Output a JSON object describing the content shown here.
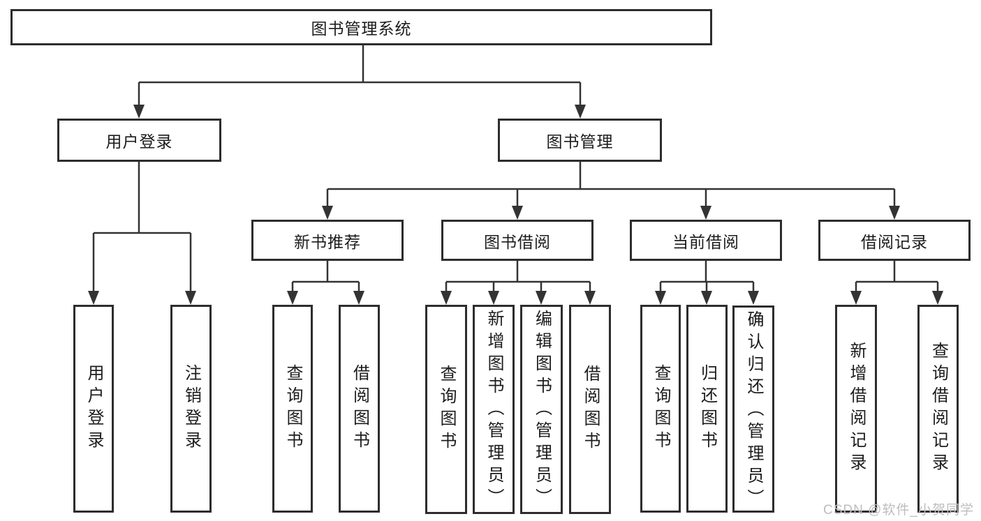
{
  "tree": {
    "root": {
      "label": "图书管理系统"
    },
    "level2": [
      {
        "label": "用户登录",
        "children": [
          {
            "label": "用户登录"
          },
          {
            "label": "注销登录"
          }
        ]
      },
      {
        "label": "图书管理",
        "children": [
          {
            "label": "新书推荐",
            "children": [
              {
                "label": "查询图书"
              },
              {
                "label": "借阅图书"
              }
            ]
          },
          {
            "label": "图书借阅",
            "children": [
              {
                "label": "查询图书"
              },
              {
                "label": "新增图书（管理员）"
              },
              {
                "label": "编辑图书（管理员）"
              },
              {
                "label": "借阅图书"
              }
            ]
          },
          {
            "label": "当前借阅",
            "children": [
              {
                "label": "查询图书"
              },
              {
                "label": "归还图书"
              },
              {
                "label": "确认归还（管理员）"
              }
            ]
          },
          {
            "label": "借阅记录",
            "children": [
              {
                "label": "新增借阅记录"
              },
              {
                "label": "查询借阅记录"
              }
            ]
          }
        ]
      }
    ]
  },
  "watermark": {
    "text": "CSDN @软件_小贺同学",
    "color": "#bdbdbd"
  },
  "colors": {
    "box_border": "#2d2d2d",
    "connector": "#333333",
    "text": "#1c1c1c",
    "background": "#ffffff"
  }
}
